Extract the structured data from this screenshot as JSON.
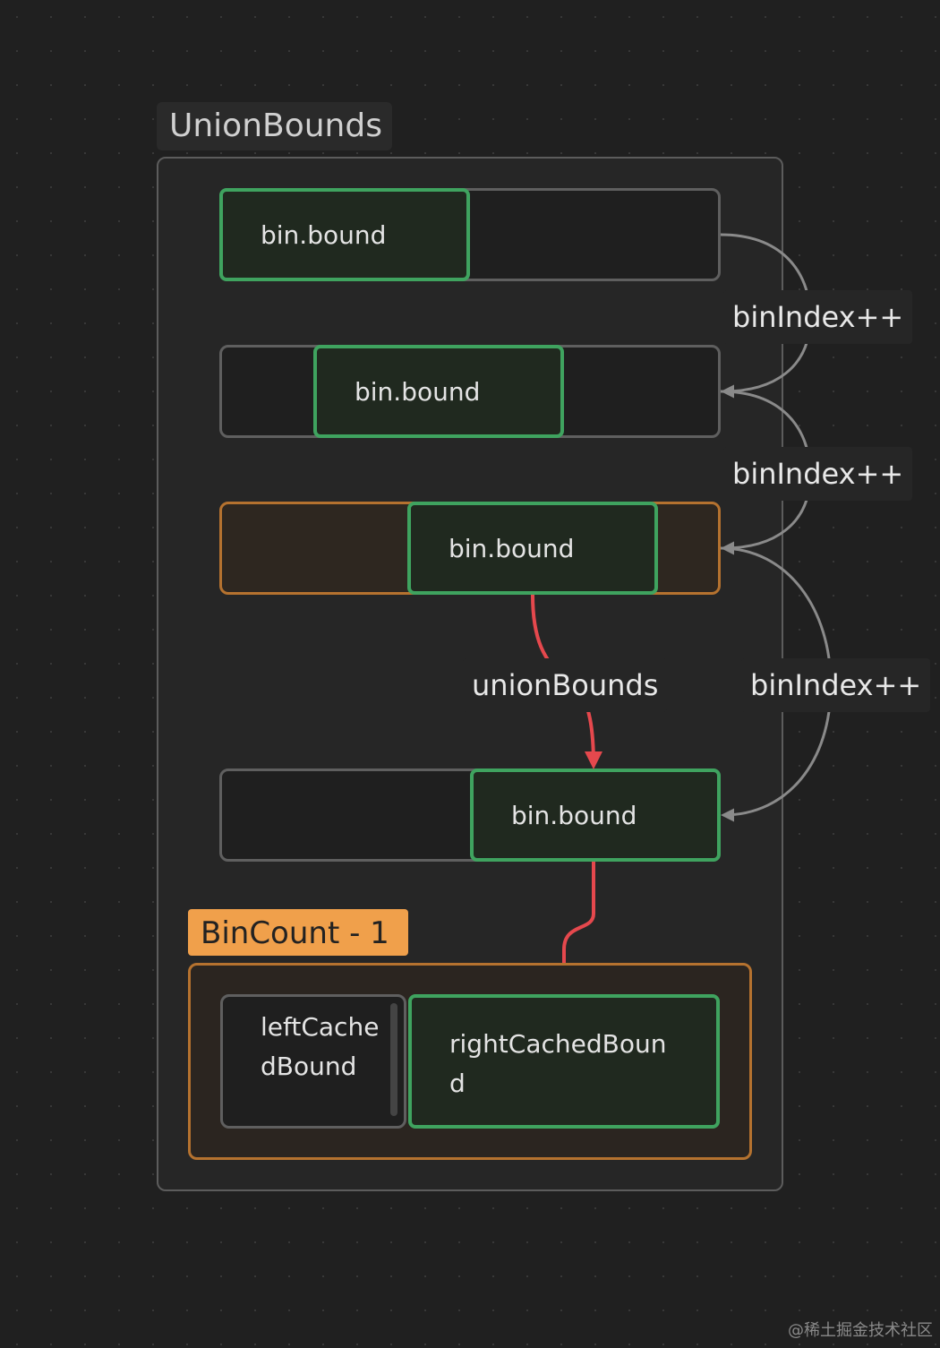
{
  "group": {
    "title": "UnionBounds"
  },
  "bins": [
    {
      "bound_label": "bin.bound",
      "highlighted": false
    },
    {
      "bound_label": "bin.bound",
      "highlighted": false
    },
    {
      "bound_label": "bin.bound",
      "highlighted": true
    },
    {
      "bound_label": "bin.bound",
      "highlighted": false
    }
  ],
  "edges": {
    "bin_index_label": "binIndex++",
    "union_label": "unionBounds"
  },
  "last_bin": {
    "title": "BinCount - 1",
    "left_cache": "leftCachedBound",
    "right_cache": "rightCachedBound"
  },
  "colors": {
    "bound_border": "#3fa35f",
    "highlight_border": "#b5722f",
    "bin_count_badge": "#f0a04b",
    "union_arrow": "#e5484d",
    "index_arrow": "#8a8a8a"
  },
  "watermark": "@稀土掘金技术社区"
}
